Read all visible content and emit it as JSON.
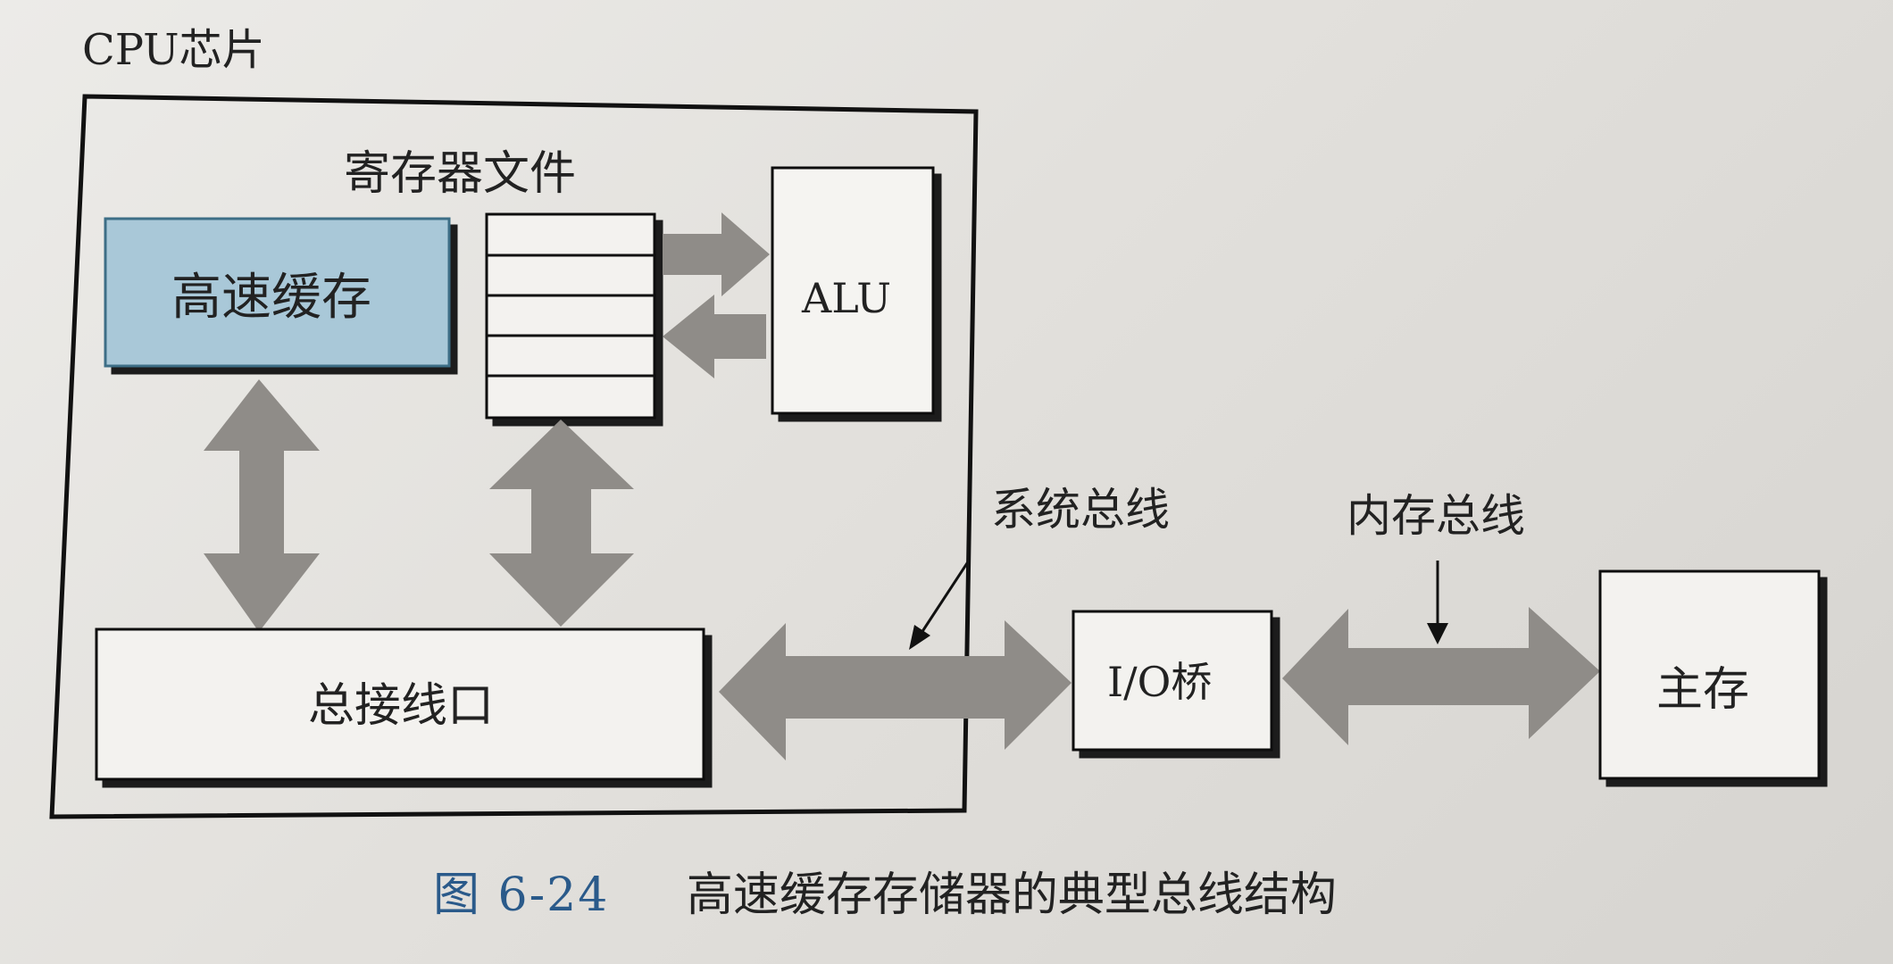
{
  "chip_label": "CPU芯片",
  "register_file_label": "寄存器文件",
  "cache_label": "高速缓存",
  "alu_label": "ALU",
  "bus_interface_label": "总接线口",
  "system_bus_label": "系统总线",
  "memory_bus_label": "内存总线",
  "io_bridge_label": "I/O桥",
  "main_memory_label": "主存",
  "caption": {
    "figure_number": "图 6-24",
    "title": "高速缓存存储器的典型总线结构"
  },
  "colors": {
    "cache_fill": "#a9c8d8",
    "arrow_fill": "#8f8c88",
    "line": "#111111"
  }
}
